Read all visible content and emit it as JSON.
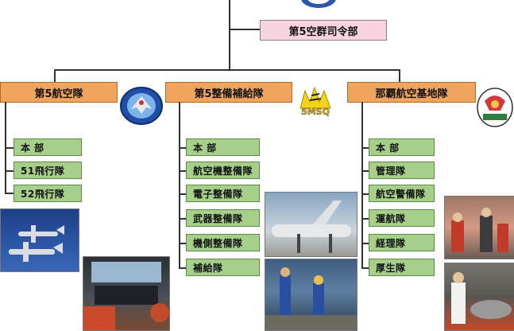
{
  "hq": {
    "label": "第5空群司令部"
  },
  "units": [
    {
      "label": "第5航空隊",
      "subs": [
        "本 部",
        "51飛行隊",
        "52飛行隊"
      ]
    },
    {
      "label": "第5整備補給隊",
      "subs": [
        "本 部",
        "航空機整備隊",
        "電子整備隊",
        "武器整備隊",
        "機側整備隊",
        "補給隊"
      ]
    },
    {
      "label": "那覇航空基地隊",
      "subs": [
        "本 部",
        "管理隊",
        "航空警備隊",
        "運航隊",
        "経理隊",
        "厚生隊"
      ]
    }
  ],
  "emblems": {
    "msq_text": "5MSQ"
  },
  "colors": {
    "hq_fill": "#f7d3df",
    "unit_fill": "#f0a45e",
    "sub_fill": "#a6cf8a",
    "line": "#333333"
  }
}
